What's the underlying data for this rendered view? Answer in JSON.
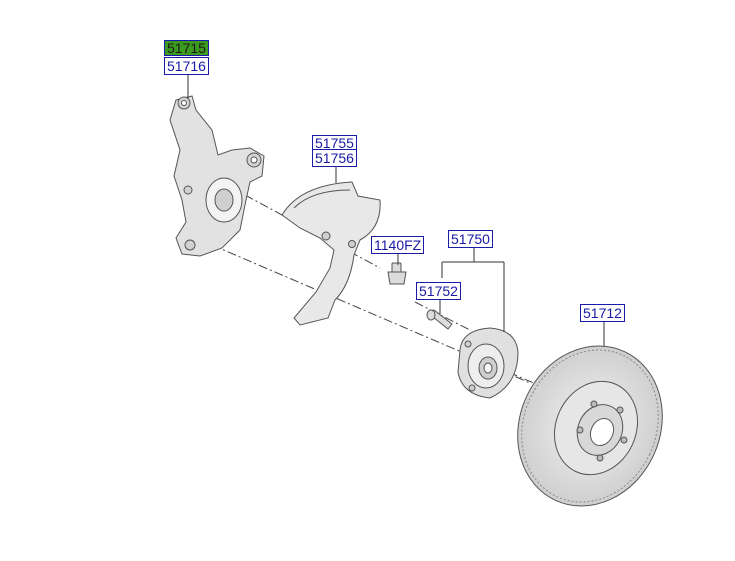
{
  "labels": {
    "p51715": "51715",
    "p51716": "51716",
    "p51755": "51755",
    "p51756": "51756",
    "p1140fz": "1140FZ",
    "p51750": "51750",
    "p51752": "51752",
    "p51712": "51712"
  },
  "colors": {
    "label_border": "#1a1aa8",
    "highlight": "#3c9a1e",
    "part_fill": "#e4e4e4",
    "part_stroke": "#555555"
  }
}
